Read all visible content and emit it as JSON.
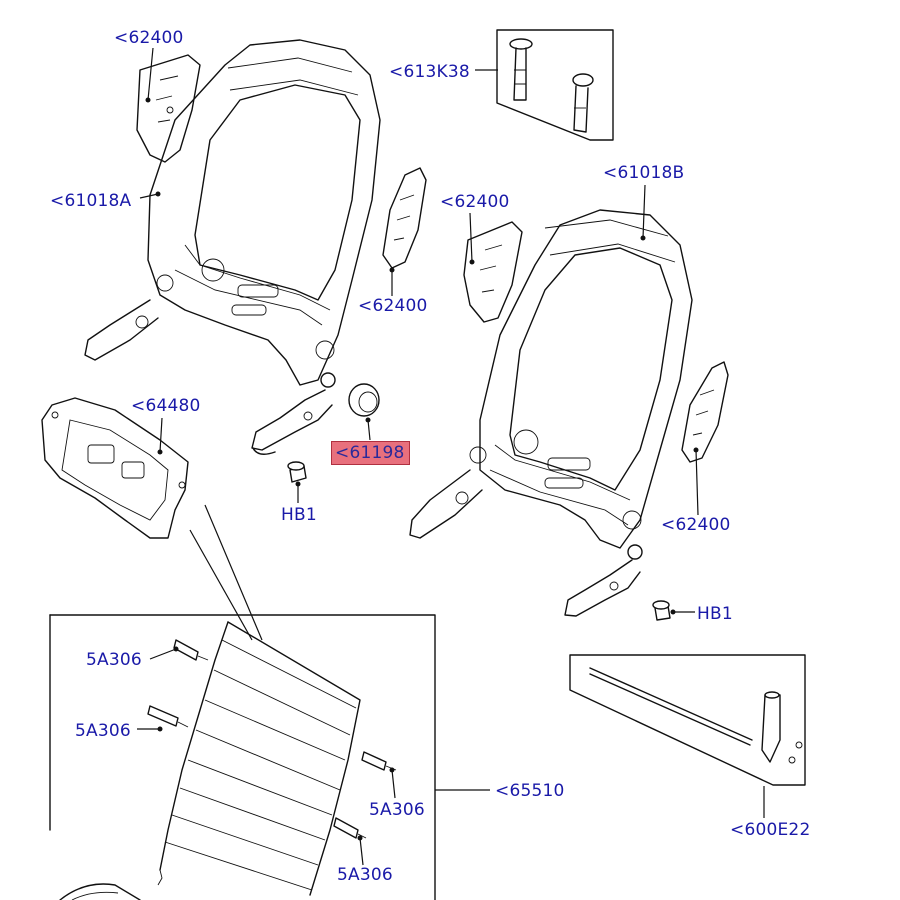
{
  "callouts": [
    {
      "id": "c1",
      "text": "<62400"
    },
    {
      "id": "c2",
      "text": "<613K38"
    },
    {
      "id": "c3",
      "text": "<61018A"
    },
    {
      "id": "c4",
      "text": "<61018B"
    },
    {
      "id": "c5",
      "text": "<62400"
    },
    {
      "id": "c6",
      "text": "<62400"
    },
    {
      "id": "c7",
      "text": "<64480"
    },
    {
      "id": "c8",
      "text": "<61198"
    },
    {
      "id": "c9",
      "text": "HB1"
    },
    {
      "id": "c10",
      "text": "<62400"
    },
    {
      "id": "c11",
      "text": "HB1"
    },
    {
      "id": "c12",
      "text": "5A306"
    },
    {
      "id": "c13",
      "text": "5A306"
    },
    {
      "id": "c14",
      "text": "<65510"
    },
    {
      "id": "c15",
      "text": "5A306"
    },
    {
      "id": "c16",
      "text": "5A306"
    },
    {
      "id": "c17",
      "text": "<600E22"
    }
  ],
  "highlighted_part": "<61198",
  "colors": {
    "label": "#1a1aa8",
    "highlight": "#e8707d",
    "line": "#111111"
  }
}
